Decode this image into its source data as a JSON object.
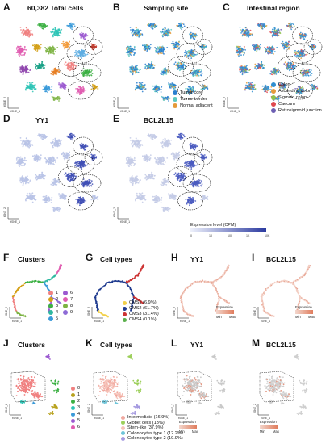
{
  "top": {
    "A": {
      "letter": "A",
      "title": "60,382 Total cells"
    },
    "B": {
      "letter": "B",
      "title": "Sampling site",
      "legend": [
        {
          "label": "Tumor core",
          "color": "#2a7fcf"
        },
        {
          "label": "Tumor border",
          "color": "#5cc8c0"
        },
        {
          "label": "Normal adjacent",
          "color": "#e59a3a"
        }
      ]
    },
    "C": {
      "letter": "C",
      "title": "Intestinal region",
      "legend": [
        {
          "label": "Colon",
          "color": "#2f8fd1"
        },
        {
          "label": "Ascending colon",
          "color": "#e59a3a"
        },
        {
          "label": "Sigmoid colon",
          "color": "#8fc24d"
        },
        {
          "label": "Caecum",
          "color": "#e0484f"
        },
        {
          "label": "Retrosigmoid junction",
          "color": "#6d5fb3"
        }
      ]
    },
    "D": {
      "letter": "D",
      "title": "YY1"
    },
    "E": {
      "letter": "E",
      "title": "BCL2L15"
    },
    "expression": {
      "title": "Expression level (CPM)",
      "ticks": [
        "0",
        "10",
        "100",
        "1K",
        "10K"
      ],
      "low_color": "#eef1fb",
      "high_color": "#2b3aa0"
    },
    "axis": {
      "x": "tSNE_1",
      "y": "tSNE_2"
    }
  },
  "middle": {
    "F": {
      "letter": "F",
      "title": "Clusters",
      "legend": [
        {
          "label": "1",
          "color": "#f08080"
        },
        {
          "label": "2",
          "color": "#d4a017"
        },
        {
          "label": "3",
          "color": "#3cb043"
        },
        {
          "label": "4",
          "color": "#2eb8a0"
        },
        {
          "label": "5",
          "color": "#3a9ad9"
        },
        {
          "label": "6",
          "color": "#9b59d0"
        },
        {
          "label": "7",
          "color": "#e05cb0"
        },
        {
          "label": "8",
          "color": "#7cb342"
        },
        {
          "label": "9",
          "color": "#8e6bd6"
        }
      ]
    },
    "G": {
      "letter": "G",
      "title": "Cell types",
      "legend": [
        {
          "label": "CMS1 (6.9%)",
          "color": "#f2d04a"
        },
        {
          "label": "CMS2 (61.7%)",
          "color": "#1f3b8f"
        },
        {
          "label": "CMS3 (31.4%)",
          "color": "#cc3333"
        },
        {
          "label": "CMS4 (0.1%)",
          "color": "#5bb04c"
        }
      ]
    },
    "H": {
      "letter": "H",
      "title": "YY1"
    },
    "I": {
      "letter": "I",
      "title": "BCL2L15"
    },
    "expr_label": "Expression",
    "min_label": "Min",
    "max_label": "Max"
  },
  "bottom": {
    "J": {
      "letter": "J",
      "title": "Clusters",
      "legend": [
        {
          "label": "0",
          "color": "#f08080"
        },
        {
          "label": "1",
          "color": "#b8a21f"
        },
        {
          "label": "2",
          "color": "#3cb043"
        },
        {
          "label": "3",
          "color": "#2ec4b6"
        },
        {
          "label": "4",
          "color": "#3a9ad9"
        },
        {
          "label": "5",
          "color": "#9b59d0"
        },
        {
          "label": "6",
          "color": "#e05cb0"
        }
      ]
    },
    "K": {
      "letter": "K",
      "title": "Cell types",
      "legend": [
        {
          "label": "Intermediate (16.9%)",
          "color": "#f0a9a0"
        },
        {
          "label": "Globet cells (13%)",
          "color": "#9ccf5a"
        },
        {
          "label": "Stem-like (37.9%)",
          "color": "#f6c2b8"
        },
        {
          "label": "Colonocytes type 1 (12.2%)",
          "color": "#6ec5d9"
        },
        {
          "label": "Colonocytes type 2 (19.9%)",
          "color": "#a59ae0"
        }
      ]
    },
    "L": {
      "letter": "L",
      "title": "YY1"
    },
    "M": {
      "letter": "M",
      "title": "BCL2L15"
    },
    "expr_label": "Expression",
    "min_label": "Min",
    "max_label": "Max"
  }
}
